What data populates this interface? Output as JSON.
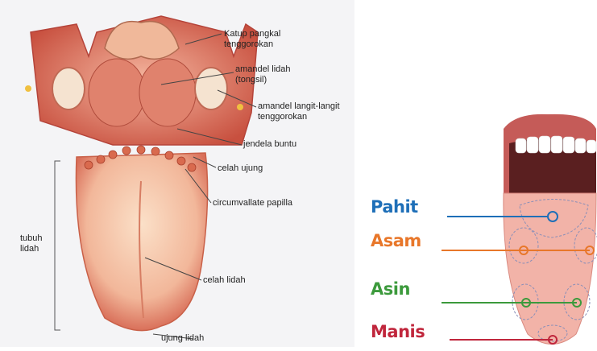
{
  "left_diagram": {
    "labels": {
      "katup": "Katup pangkal\ntenggorokan",
      "amandel_lidah": "amandel lidah\n(tongsil)",
      "amandel_langit": "amandel langit-langit\ntenggorokan",
      "jendela_buntu": "jendela buntu",
      "celah_ujung": "celah ujung",
      "circumvallate": "circumvallate papilla",
      "tubuh_lidah": "tubuh\nlidah",
      "celah_lidah": "celah lidah",
      "ujung_lidah": "ujung lidah"
    }
  },
  "separator_mark": ":",
  "right_diagram": {
    "tastes": [
      {
        "label": "Pahit",
        "color": "#1e6fb8"
      },
      {
        "label": "Asam",
        "color": "#e8772a"
      },
      {
        "label": "Asin",
        "color": "#3c9a3c"
      },
      {
        "label": "Manis",
        "color": "#c0263c"
      }
    ]
  }
}
